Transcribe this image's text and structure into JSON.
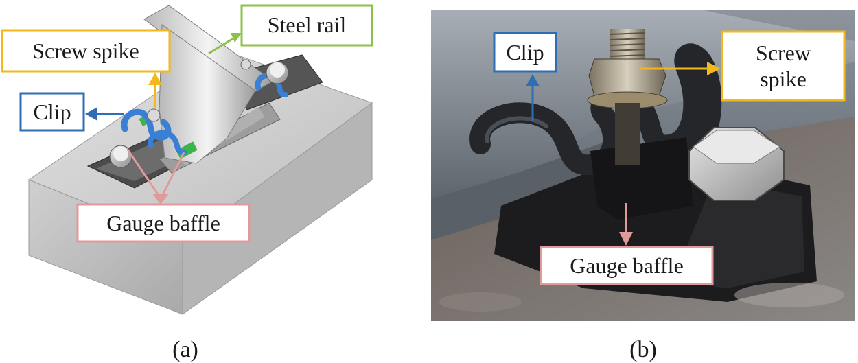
{
  "colors": {
    "spike": "#f2b81c",
    "rail": "#8cc04b",
    "clip": "#2f6db5",
    "baffle": "#e09a9a"
  },
  "panel_a": {
    "caption": "(a)",
    "labels": {
      "screw_spike": "Screw spike",
      "steel_rail": "Steel rail",
      "clip": "Clip",
      "gauge_baffle": "Gauge baffle"
    }
  },
  "panel_b": {
    "caption": "(b)",
    "labels": {
      "clip": "Clip",
      "screw_spike_line1": "Screw",
      "screw_spike_line2": "spike",
      "gauge_baffle": "Gauge baffle"
    }
  }
}
